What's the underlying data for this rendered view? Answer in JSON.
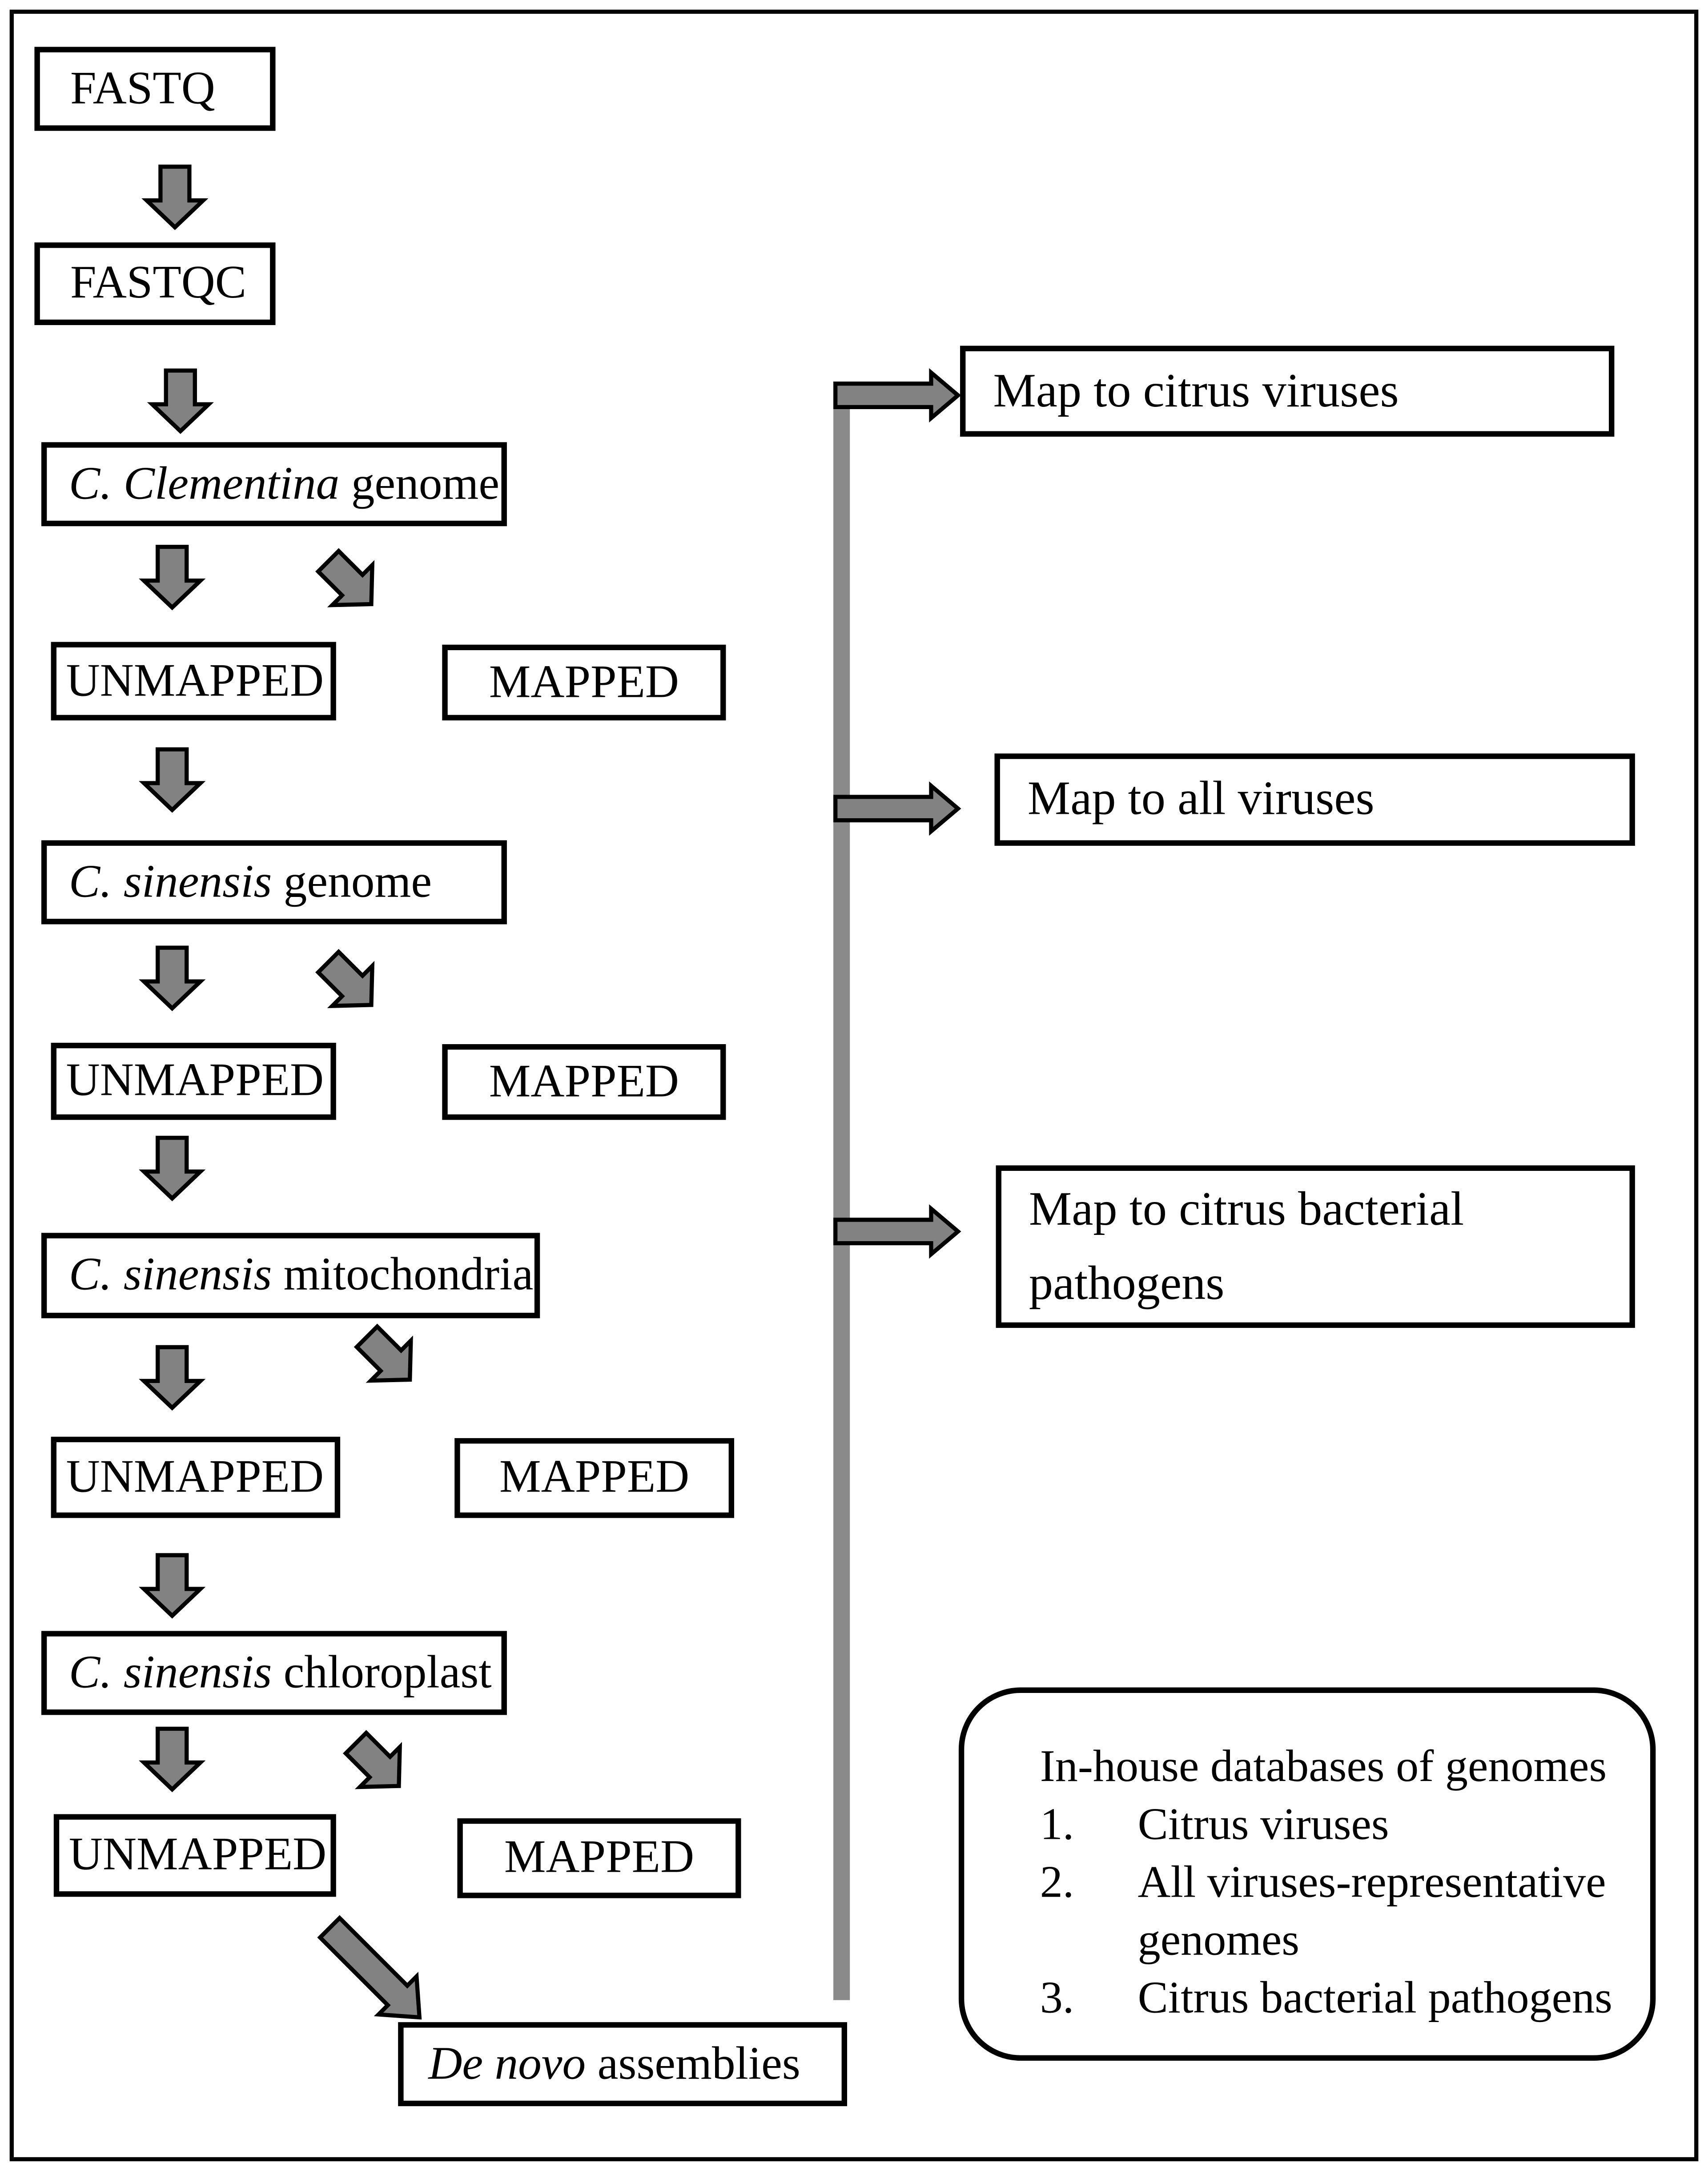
{
  "flow": {
    "fastq": "FASTQ",
    "fastqc": "FASTQC",
    "clementina": {
      "italic": "C. Clementina",
      "rest": " genome"
    },
    "sinensis_genome": {
      "italic": "C. sinensis",
      "rest": " genome"
    },
    "mitochondria": {
      "italic": "C. sinensis",
      "rest": " mitochondria"
    },
    "chloroplast": {
      "italic": "C. sinensis",
      "rest": " chloroplast"
    },
    "denovo": {
      "italic": "De novo",
      "rest": " assemblies"
    },
    "unmapped": "UNMAPPED",
    "mapped": "MAPPED"
  },
  "targets": {
    "citrus_viruses": "Map to citrus viruses",
    "all_viruses": "Map to all viruses",
    "bacterial": "Map to citrus bacterial pathogens"
  },
  "legend": {
    "title": "In-house databases of genomes",
    "items": [
      {
        "num": "1.",
        "label": "Citrus viruses"
      },
      {
        "num": "2.",
        "label": "All viruses-representative genomes"
      },
      {
        "num": "3.",
        "label": "Citrus bacterial pathogens"
      }
    ]
  },
  "colors": {
    "background": "#ffffff",
    "box_border": "#000000",
    "arrow_fill": "#828282",
    "arrow_outline": "#000000",
    "connector_gray": "#8a8a8a"
  }
}
